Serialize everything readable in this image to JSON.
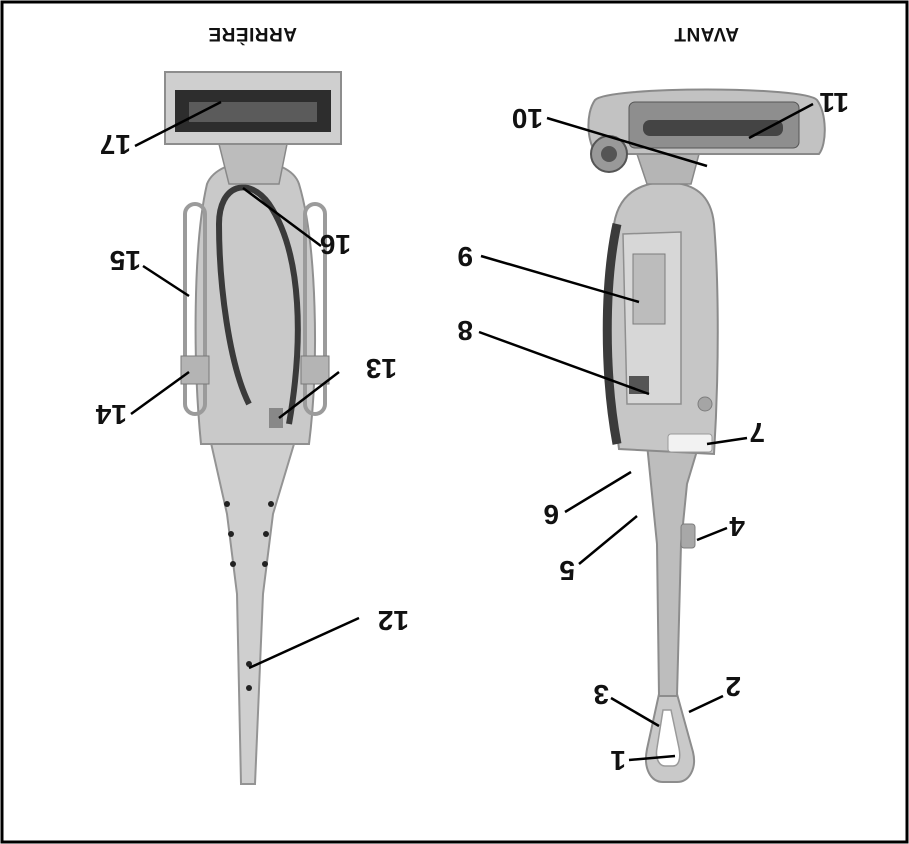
{
  "headings": {
    "front": "AVANT",
    "rear": "ARRIÈRE"
  },
  "callouts": {
    "c1": "1",
    "c2": "2",
    "c3": "3",
    "c4": "4",
    "c5": "5",
    "c6": "6",
    "c7": "7",
    "c8": "8",
    "c9": "9",
    "c10": "10",
    "c11": "11",
    "c12": "12",
    "c13": "13",
    "c14": "14",
    "c15": "15",
    "c16": "16",
    "c17": "17"
  },
  "colors": {
    "body": "#c4c4c4",
    "body_dark": "#9a9a9a",
    "body_light": "#e2e2e2",
    "hose": "#3a3a3a",
    "brush": "#2a2a2a",
    "frame": "#000000"
  }
}
